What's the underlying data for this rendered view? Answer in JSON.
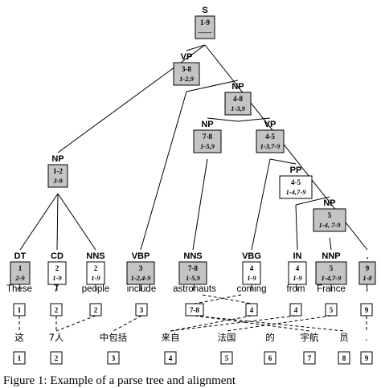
{
  "tree": {
    "nodes": [
      {
        "id": "S",
        "label": "S",
        "span": "1-9",
        "span2": "——",
        "shaded": true
      },
      {
        "id": "VP1",
        "label": "VP",
        "span": "3-8",
        "span2": "1-2,9",
        "shaded": true
      },
      {
        "id": "NP2",
        "label": "NP",
        "span": "4-8",
        "span2": "1-3,9",
        "shaded": true
      },
      {
        "id": "NP3",
        "label": "NP",
        "span": "7-8",
        "span2": "1-5,9",
        "shaded": true
      },
      {
        "id": "VP4",
        "label": "VP",
        "span": "4-5",
        "span2": "1-3,7-9",
        "shaded": true
      },
      {
        "id": "NP1",
        "label": "NP",
        "span": "1-2",
        "span2": "3-9",
        "shaded": true
      },
      {
        "id": "PP",
        "label": "PP",
        "span": "4-5",
        "span2": "1-4,7-9",
        "shaded": false
      },
      {
        "id": "NP5",
        "label": "NP",
        "span": "5",
        "span2": "1-4, 7-9",
        "shaded": true
      },
      {
        "id": "DT",
        "label": "DT",
        "span": "1",
        "span2": "2-9",
        "shaded": true
      },
      {
        "id": "CD",
        "label": "CD",
        "span": "2",
        "span2": "1-9",
        "shaded": false
      },
      {
        "id": "NNS1",
        "label": "NNS",
        "span": "2",
        "span2": "1-9",
        "shaded": false
      },
      {
        "id": "VBP",
        "label": "VBP",
        "span": "3",
        "span2": "1-2,4-9",
        "shaded": true
      },
      {
        "id": "NNS2",
        "label": "NNS",
        "span": "7-8",
        "span2": "1-5,9",
        "shaded": true
      },
      {
        "id": "VBG",
        "label": "VBG",
        "span": "4",
        "span2": "1-9",
        "shaded": false
      },
      {
        "id": "IN",
        "label": "IN",
        "span": "4",
        "span2": "1-9",
        "shaded": false
      },
      {
        "id": "NNP",
        "label": "NNP",
        "span": "5",
        "span2": "1-4,7-9",
        "shaded": true
      },
      {
        "id": "DOT",
        "label": ".",
        "span": "9",
        "span2": "1-8",
        "shaded": true
      }
    ],
    "edges": [
      [
        "S",
        "VP1"
      ],
      [
        "S",
        "NP1"
      ],
      [
        "S",
        "DOT"
      ],
      [
        "VP1",
        "VBP"
      ],
      [
        "VP1",
        "NP2"
      ],
      [
        "NP2",
        "NP3"
      ],
      [
        "NP2",
        "VP4"
      ],
      [
        "NP3",
        "NNS2"
      ],
      [
        "VP4",
        "VBG"
      ],
      [
        "VP4",
        "PP"
      ],
      [
        "PP",
        "IN"
      ],
      [
        "PP",
        "NP5"
      ],
      [
        "NP5",
        "NNP"
      ],
      [
        "NP1",
        "DT"
      ],
      [
        "NP1",
        "CD"
      ],
      [
        "NP1",
        "NNS1"
      ]
    ]
  },
  "english_words": [
    {
      "word": "These",
      "index": "1",
      "leaf": "DT"
    },
    {
      "word": "7",
      "index": "2",
      "leaf": "CD"
    },
    {
      "word": "people",
      "index": "2",
      "leaf": "NNS1"
    },
    {
      "word": "include",
      "index": "3",
      "leaf": "VBP"
    },
    {
      "word": "astronauts",
      "index": "7-8",
      "leaf": "NNS2"
    },
    {
      "word": "coming",
      "index": "4",
      "leaf": "VBG"
    },
    {
      "word": "from",
      "index": "4",
      "leaf": "IN"
    },
    {
      "word": "France",
      "index": "5",
      "leaf": "NNP"
    },
    {
      "word": ".",
      "index": "9",
      "leaf": "DOT"
    }
  ],
  "chinese_words": [
    {
      "word": "这",
      "index": "1"
    },
    {
      "word": "7人",
      "index": "2"
    },
    {
      "word": "中包括",
      "index": "3"
    },
    {
      "word": "来自",
      "index": "4"
    },
    {
      "word": "法国",
      "index": "5"
    },
    {
      "word": "的",
      "index": "6"
    },
    {
      "word": "宇航",
      "index": "7"
    },
    {
      "word": "员",
      "index": "8"
    },
    {
      "word": ".",
      "index": "9"
    }
  ],
  "alignments": [
    [
      0,
      0
    ],
    [
      1,
      1
    ],
    [
      2,
      1
    ],
    [
      3,
      2
    ],
    [
      4,
      6
    ],
    [
      4,
      7
    ],
    [
      5,
      3
    ],
    [
      6,
      3
    ],
    [
      7,
      4
    ],
    [
      8,
      8
    ]
  ],
  "caption": "Figure 1: Example of a parse tree and alignment"
}
